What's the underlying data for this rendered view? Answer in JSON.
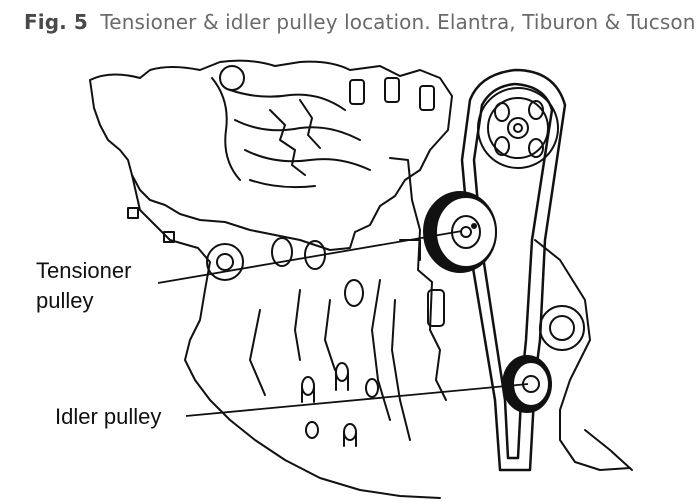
{
  "caption": {
    "figure_number": "Fig. 5",
    "text": "Tensioner & idler pulley location. Elantra, Tiburon & Tucson"
  },
  "callouts": {
    "tensioner_line1": "Tensioner",
    "tensioner_line2": "pulley",
    "idler": "Idler pulley"
  },
  "colors": {
    "line": "#111111",
    "caption_text": "#6a6a6a",
    "caption_bold": "#4a4a4a"
  }
}
